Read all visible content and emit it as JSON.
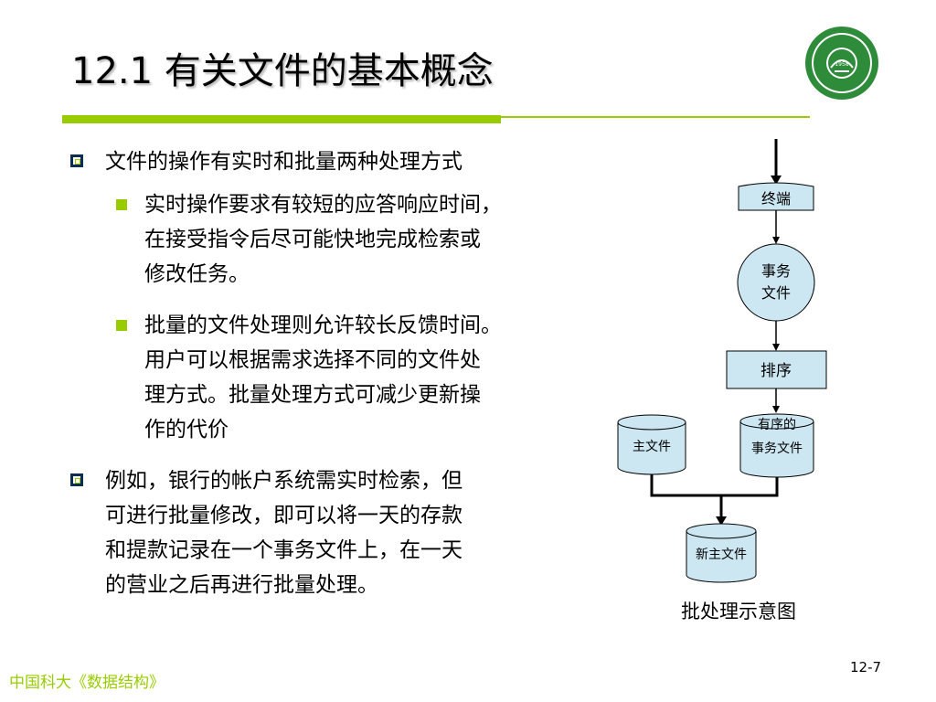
{
  "slide": {
    "title": "12.1 有关文件的基本概念",
    "bullets": [
      {
        "lines": [
          "文件的操作有实时和批量两种处理方式"
        ],
        "sub": [
          {
            "lines": [
              "实时操作要求有较短的应答响应时间，",
              "在接受指令后尽可能快地完成检索或",
              "修改任务。"
            ]
          },
          {
            "lines": [
              "批量的文件处理则允许较长反馈时间。",
              "用户可以根据需求选择不同的文件处",
              "理方式。批量处理方式可减少更新操",
              "作的代价"
            ]
          }
        ]
      },
      {
        "lines": [
          "例如，银行的帐户系统需实时检索，但",
          "可进行批量修改，即可以将一天的存款",
          "和提款记录在一个事务文件上，在一天",
          "的营业之后再进行批量处理。"
        ]
      }
    ]
  },
  "diagram": {
    "terminal": "终端",
    "transaction_file_line1": "事务",
    "transaction_file_line2": "文件",
    "sort": "排序",
    "master_file": "主文件",
    "sorted_transaction_line1": "有序的",
    "sorted_transaction_line2": "事务文件",
    "new_master_file": "新主文件",
    "caption": "批处理示意图"
  },
  "logo": {
    "year": "1958"
  },
  "footer": {
    "course": "中国科大《数据结构》",
    "page": "12-7"
  },
  "colors": {
    "accent_green": "#99cc00",
    "shape_fill": "#cce6f2",
    "bullet_dark": "#0e2d53"
  }
}
